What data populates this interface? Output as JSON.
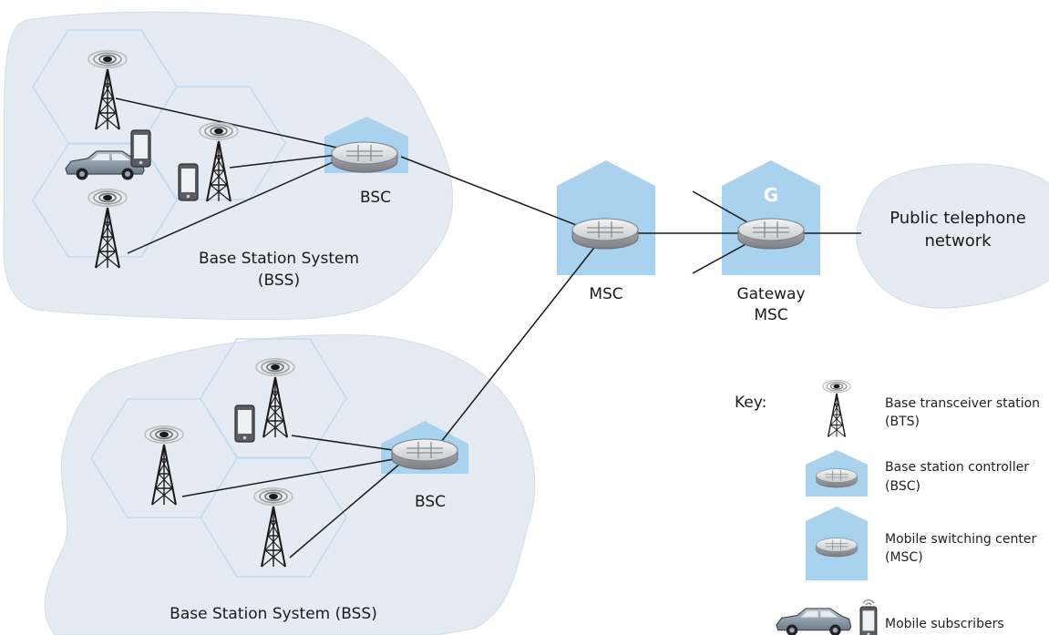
{
  "colors": {
    "cloud": "#e4ebf2",
    "cloud_stroke": "#d3dde7",
    "hex_stroke": "#c3dbef",
    "building": "#a9d2ee",
    "building_dark": "#8fc1e4",
    "router_top": "#dfe0e2",
    "router_side": "#9c9ea2",
    "line": "#1a1a1a",
    "tower": "#1a1a1a",
    "car": "#8a9aa8"
  },
  "labels": {
    "bsc_top": "BSC",
    "bsc_bottom": "BSC",
    "bss_top_line1": "Base Station System",
    "bss_top_line2": "(BSS)",
    "bss_bottom": "Base Station System (BSS)",
    "msc": "MSC",
    "gateway_line1": "Gateway",
    "gateway_line2": "MSC",
    "gateway_badge": "G",
    "pstn_line1": "Public telephone",
    "pstn_line2": "network"
  },
  "key": {
    "title": "Key:",
    "bts_line1": "Base transceiver station",
    "bts_line2": "(BTS)",
    "bsc_line1": "Base station controller",
    "bsc_line2": "(BSC)",
    "msc_line1": "Mobile switching center",
    "msc_line2": "(MSC)",
    "subscribers": "Mobile subscribers"
  },
  "icons": {
    "tower": "cell-tower-icon",
    "router": "router-icon",
    "building": "building-icon",
    "car": "car-icon",
    "phone": "mobile-phone-icon"
  }
}
